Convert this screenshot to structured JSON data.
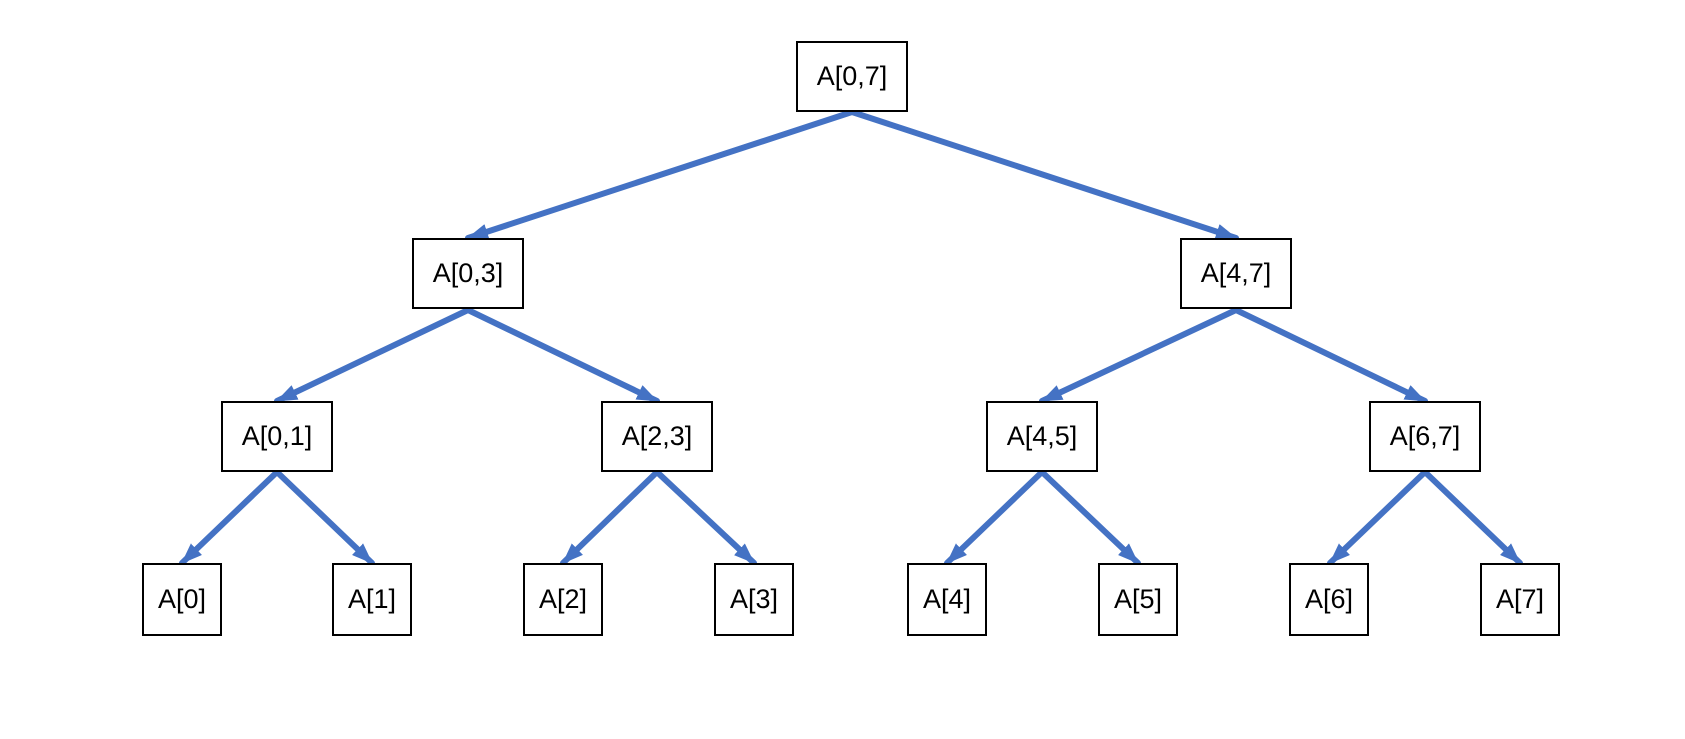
{
  "tree": {
    "accent_color": "#4472C4",
    "box_border_color": "#000000",
    "background_color": "#FFFFFF",
    "nodes": [
      {
        "id": "a07",
        "label": "A[0,7]",
        "level": 0
      },
      {
        "id": "a03",
        "label": "A[0,3]",
        "level": 1
      },
      {
        "id": "a47",
        "label": "A[4,7]",
        "level": 1
      },
      {
        "id": "a01",
        "label": "A[0,1]",
        "level": 2
      },
      {
        "id": "a23",
        "label": "A[2,3]",
        "level": 2
      },
      {
        "id": "a45",
        "label": "A[4,5]",
        "level": 2
      },
      {
        "id": "a67",
        "label": "A[6,7]",
        "level": 2
      },
      {
        "id": "a0",
        "label": "A[0]",
        "level": 3
      },
      {
        "id": "a1",
        "label": "A[1]",
        "level": 3
      },
      {
        "id": "a2",
        "label": "A[2]",
        "level": 3
      },
      {
        "id": "a3",
        "label": "A[3]",
        "level": 3
      },
      {
        "id": "a4",
        "label": "A[4]",
        "level": 3
      },
      {
        "id": "a5",
        "label": "A[5]",
        "level": 3
      },
      {
        "id": "a6",
        "label": "A[6]",
        "level": 3
      },
      {
        "id": "a7",
        "label": "A[7]",
        "level": 3
      }
    ],
    "edges": [
      {
        "from": "a07",
        "to": "a03"
      },
      {
        "from": "a07",
        "to": "a47"
      },
      {
        "from": "a03",
        "to": "a01"
      },
      {
        "from": "a03",
        "to": "a23"
      },
      {
        "from": "a47",
        "to": "a45"
      },
      {
        "from": "a47",
        "to": "a67"
      },
      {
        "from": "a01",
        "to": "a0"
      },
      {
        "from": "a01",
        "to": "a1"
      },
      {
        "from": "a23",
        "to": "a2"
      },
      {
        "from": "a23",
        "to": "a3"
      },
      {
        "from": "a45",
        "to": "a4"
      },
      {
        "from": "a45",
        "to": "a5"
      },
      {
        "from": "a67",
        "to": "a6"
      },
      {
        "from": "a67",
        "to": "a7"
      }
    ]
  }
}
